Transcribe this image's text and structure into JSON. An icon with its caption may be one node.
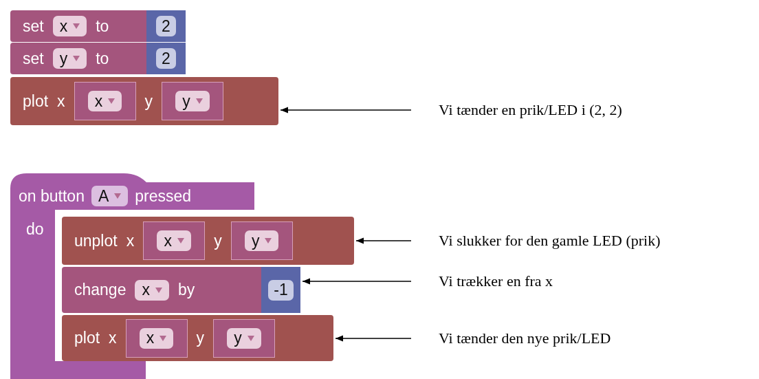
{
  "diagram": {
    "nodes": [
      {
        "text": [
          "set",
          "to"
        ]
      },
      {
        "text": [
          "x"
        ],
        "in": 0
      },
      {
        "text": [
          "2"
        ],
        "in": 0
      },
      {
        "text": [
          "set",
          "to"
        ]
      },
      {
        "text": [
          "y"
        ],
        "in": 3
      },
      {
        "text": [
          "2"
        ],
        "in": 3
      },
      {
        "text": [
          "plot",
          "x",
          "y"
        ]
      },
      {
        "text": [
          "x"
        ],
        "in": 6
      },
      {
        "text": [
          "y"
        ],
        "in": 6
      },
      {
        "text": [
          "Vi tænder en prik/LED i (2, 2)"
        ]
      },
      {
        "text": [
          "on button",
          "pressed",
          "do"
        ]
      },
      {
        "text": [
          "A"
        ],
        "in": 10
      },
      {
        "text": [
          "unplot",
          "x",
          "y"
        ]
      },
      {
        "text": [
          "x"
        ],
        "in": 12
      },
      {
        "text": [
          "y"
        ],
        "in": 12
      },
      {
        "text": [
          "change",
          "by"
        ]
      },
      {
        "text": [
          "x"
        ],
        "in": 15
      },
      {
        "text": [
          "-1"
        ],
        "in": 15
      },
      {
        "text": [
          "plot",
          "x",
          "y"
        ]
      },
      {
        "text": [
          "x"
        ],
        "in": 18
      },
      {
        "text": [
          "y"
        ],
        "in": 18
      },
      {
        "text": [
          "Vi slukker for den gamle LED (prik)"
        ]
      },
      {
        "text": [
          "Vi trækker en fra x"
        ]
      },
      {
        "text": [
          "Vi tænder den nye prik/LED"
        ]
      }
    ],
    "edges": [
      {
        "from": 9,
        "to": 6,
        "arrow": "to"
      },
      {
        "from": 21,
        "to": 12,
        "arrow": "to"
      },
      {
        "from": 22,
        "to": 15,
        "arrow": "to"
      },
      {
        "from": 23,
        "to": 18,
        "arrow": "to"
      }
    ]
  }
}
